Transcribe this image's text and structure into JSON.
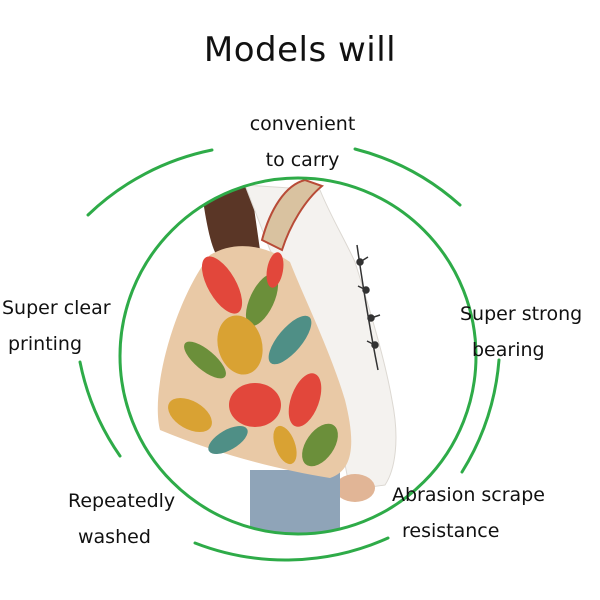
{
  "title": "Models will",
  "features": {
    "top": {
      "line1": "convenient",
      "line2": "to carry"
    },
    "left": {
      "line1": "Super clear",
      "line2": "printing"
    },
    "right": {
      "line1": "Super strong",
      "line2": "bearing"
    },
    "bottom_left": {
      "line1": "Repeatedly",
      "line2": "washed"
    },
    "bottom_right": {
      "line1": "Abrasion scrape",
      "line2": "resistance"
    }
  },
  "colors": {
    "ring": "#2eab48",
    "bag_base": "#e9c9a6",
    "leaf_red": "#e2473b",
    "leaf_green": "#6b8f3a",
    "leaf_yellow": "#d9a233",
    "leaf_teal": "#4f8f86",
    "shirt": "#f4f2ef",
    "hair": "#5a3626",
    "jeans": "#8fa4b8"
  }
}
